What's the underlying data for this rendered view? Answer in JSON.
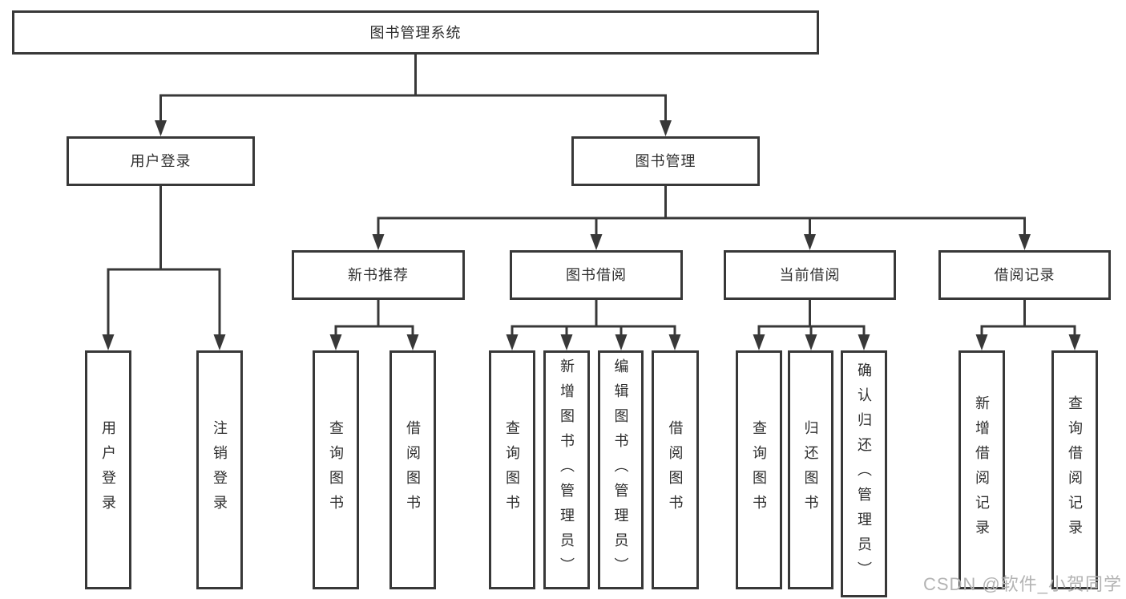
{
  "tree": {
    "label": "图书管理系统",
    "children": [
      {
        "label": "用户登录",
        "children": [
          {
            "label": "用户登录"
          },
          {
            "label": "注销登录"
          }
        ]
      },
      {
        "label": "图书管理",
        "children": [
          {
            "label": "新书推荐",
            "children": [
              {
                "label": "查询图书"
              },
              {
                "label": "借阅图书"
              }
            ]
          },
          {
            "label": "图书借阅",
            "children": [
              {
                "label": "查询图书"
              },
              {
                "label": "新增图书（管理员）"
              },
              {
                "label": "编辑图书（管理员）"
              },
              {
                "label": "借阅图书"
              }
            ]
          },
          {
            "label": "当前借阅",
            "children": [
              {
                "label": "查询图书"
              },
              {
                "label": "归还图书"
              },
              {
                "label": "确认归还（管理员）"
              }
            ]
          },
          {
            "label": "借阅记录",
            "children": [
              {
                "label": "新增借阅记录"
              },
              {
                "label": "查询借阅记录"
              }
            ]
          }
        ]
      }
    ]
  },
  "watermark": "CSDN @软件_小贺同学",
  "colors": {
    "line": "#383838",
    "text": "#2e2e2e",
    "watermark": "#b3b3b3",
    "background": "#ffffff"
  }
}
